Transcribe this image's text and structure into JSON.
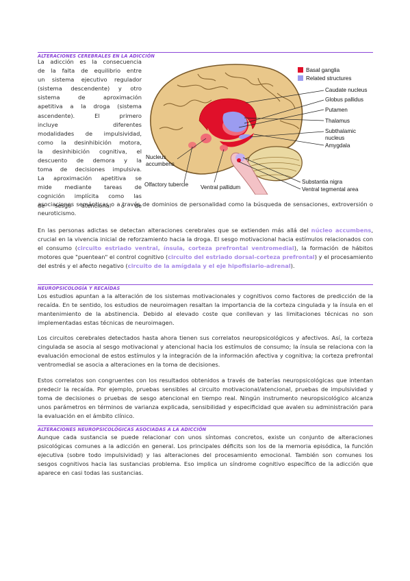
{
  "sections": {
    "s1_title": "ALTERACIONES CEREBRALES EN LA ADICCIÓN",
    "s2_title": "NEUROPSICOLOGÍA Y RECAÍDAS",
    "s3_title": "ALTERACIONES NEUROPSICOLÓGICAS ASOCIADAS A LA ADICCIÓN"
  },
  "intro_lines": [
    "La adicción es la consecuencia",
    "de la falta de equilibrio entre",
    "un sistema ejecutivo regulador",
    "(sistema descendente) y otro",
    "sistema de aproximación",
    "apetitiva a la droga (sistema",
    "ascendente). El primero",
    "incluye diferentes",
    "modalidades de impulsividad,",
    "como la desinhibición motora,",
    "la desinhibición cognitiva, el",
    "descuento de demora y la",
    "toma de decisiones impulsiva.",
    "La aproximación apetitiva se",
    "mide mediante tareas de",
    "cognición implícita como las",
    "de sesgo atencional o de"
  ],
  "intro_continuation": "asociaciones semánticas o a través de dominios de personalidad como la búsqueda de sensaciones, extroversión o neuroticismo.",
  "p2": {
    "t1": "En las personas adictas se detectan alteraciones cerebrales que se extienden más allá del ",
    "h1": "núcleo accumbens",
    "t2": ", crucial en la vivencia inicial de reforzamiento hacia la droga. El sesgo motivacional hacia estímulos relacionados con el consumo (",
    "h2": "circuito estriado ventral, ínsula, corteza prefrontal ventromedial",
    "t3": "), la formación de hábitos motores que \"puentean\" el control cognitivo (",
    "h3": "circuito del estriado dorsal-corteza prefrontal",
    "t4": ") y el procesamiento del estrés y el afecto negativo (",
    "h4": "circuito de la amígdala y el eje hipofisiario-adrenal",
    "t5": ")."
  },
  "p3": "Los estudios apuntan a la alteración de los sistemas motivacionales y cognitivos como factores de predicción de la recaída. En te sentido, los estudios de neuroimagen resaltan la importancia de la corteza cingulada y la ínsula en el mantenimiento de la abstinencia. Debido al elevado coste que conllevan y las limitaciones técnicas no son implementadas estas técnicas de neuroimagen.",
  "p4": "Los circuitos cerebrales detectados hasta ahora tienen sus correlatos neuropsicológicos y afectivos. Así, la corteza cingulada se asocia al sesgo motivacional y atencional hacia los estímulos de consumo; la ínsula se relaciona con la evaluación emocional de estos estímulos y la integración de la información afectiva y cognitiva; la corteza prefrontal ventromedial se asocia a alteraciones en la toma de decisiones.",
  "p5": "Estos correlatos son congruentes con los resultados obtenidos a través de baterías neuropsicológicas que intentan predecir la recaída. Por ejemplo, pruebas sensibles al circuito motivacional/atencional, pruebas de impulsividad y toma de decisiones o pruebas de sesgo atencional en tiempo real. Ningún instrumento neuropsicológico alcanza unos parámetros en términos de varianza explicada, sensibilidad y especificidad que avalen su administración para la evaluación en el ámbito clínico.",
  "p6": "Aunque cada sustancia se puede relacionar con unos síntomas concretos, existe un conjunto de alteraciones psicológicas comunes a la adicción en general. Los principales déficits son los de la memoria episódica, la función ejecutiva (sobre todo impulsividad) y las alteraciones del procesamiento emocional. También son comunes los sesgos cognitivos hacia las sustancias problema. Eso implica un síndrome cognitivo específico de la adicción que aparece en casi todas las sustancias.",
  "figure": {
    "legend": [
      "Basal ganglia",
      "Related structures"
    ],
    "legend_colors": [
      "#e0102a",
      "#9b9cf0"
    ],
    "labels": {
      "caudate": "Caudate nucleus",
      "globus": "Globus pallidus",
      "putamen": "Putamen",
      "thalamus": "Thalamus",
      "subthal1": "Subthalamic",
      "subthal2": "nucleus",
      "amygdala": "Amygdala",
      "nucleus1": "Nucleus",
      "nucleus2": "accumbens",
      "olfactory": "Olfactory tubercle",
      "ventral_pallidum": "Ventral pallidum",
      "substantia": "Substantia nigra",
      "vta": "Ventral tegmental area"
    }
  }
}
